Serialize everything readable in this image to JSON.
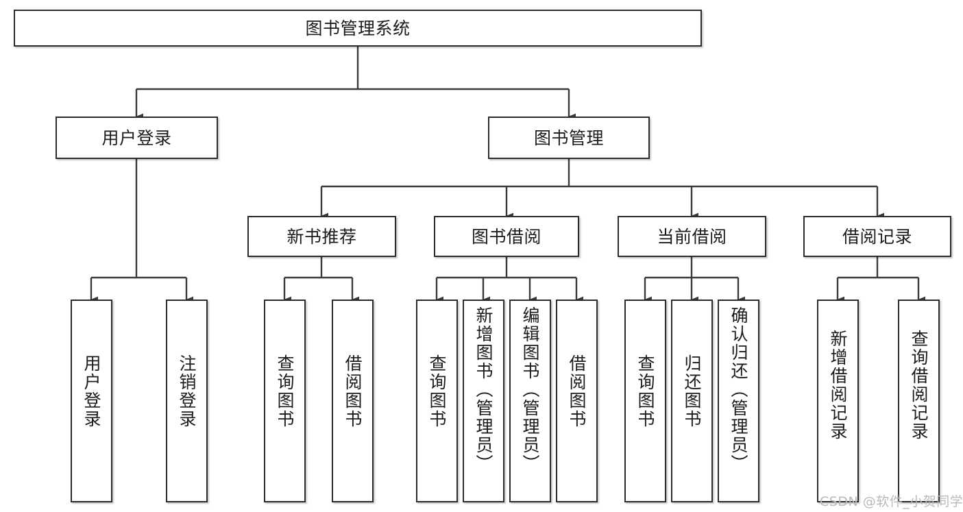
{
  "diagram": {
    "title_node": {
      "label": "图书管理系统"
    },
    "level2": [
      {
        "id": "user-login",
        "label": "用户登录"
      },
      {
        "id": "book-management",
        "label": "图书管理"
      }
    ],
    "level3": [
      {
        "id": "new-book-recommend",
        "label": "新书推荐"
      },
      {
        "id": "book-borrow",
        "label": "图书借阅"
      },
      {
        "id": "current-borrow",
        "label": "当前借阅"
      },
      {
        "id": "borrow-record",
        "label": "借阅记录"
      }
    ],
    "leaves": {
      "user_login": [
        {
          "id": "leaf-user-login",
          "label": "用户登录"
        },
        {
          "id": "leaf-logout-login",
          "label": "注销登录"
        }
      ],
      "new_book_recommend": [
        {
          "id": "leaf-query-book-1",
          "label": "查询图书"
        },
        {
          "id": "leaf-borrow-book-1",
          "label": "借阅图书"
        }
      ],
      "book_borrow": [
        {
          "id": "leaf-query-book-2",
          "label": "查询图书"
        },
        {
          "id": "leaf-add-book",
          "label": "新增图书（管理员）"
        },
        {
          "id": "leaf-edit-book",
          "label": "编辑图书（管理员）"
        },
        {
          "id": "leaf-borrow-book-2",
          "label": "借阅图书"
        }
      ],
      "current_borrow": [
        {
          "id": "leaf-query-book-3",
          "label": "查询图书"
        },
        {
          "id": "leaf-return-book",
          "label": "归还图书"
        },
        {
          "id": "leaf-confirm-return",
          "label": "确认归还（管理员）"
        }
      ],
      "borrow_record": [
        {
          "id": "leaf-add-record",
          "label": "新增借阅记录"
        },
        {
          "id": "leaf-query-record",
          "label": "查询借阅记录"
        }
      ]
    }
  },
  "watermark": {
    "text": "CSDN @软件_小贺同学"
  },
  "colors": {
    "border": "#2b2b2b",
    "text": "#1b1b1b",
    "background": "#ffffff",
    "watermark": "#b9b9b9"
  }
}
